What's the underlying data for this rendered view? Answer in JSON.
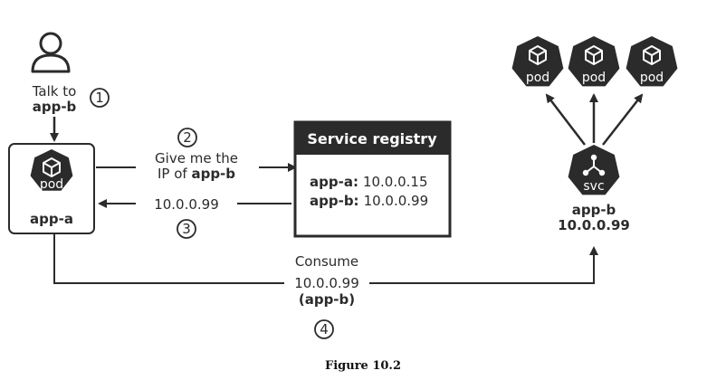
{
  "user": {
    "line1": "Talk to",
    "line2": "app-b",
    "step": "1"
  },
  "app_a": {
    "pod_label": "pod",
    "name": "app-a"
  },
  "request": {
    "line1": "Give me the",
    "line2_prefix": "IP of ",
    "line2_bold": "app-b",
    "step": "2"
  },
  "response": {
    "label": "10.0.0.99",
    "step": "3"
  },
  "registry": {
    "title": "Service registry",
    "entries": [
      {
        "name": "app-a:",
        "ip": "10.0.0.15"
      },
      {
        "name": "app-b:",
        "ip": "10.0.0.99"
      }
    ]
  },
  "pods": [
    {
      "label": "pod"
    },
    {
      "label": "pod"
    },
    {
      "label": "pod"
    }
  ],
  "service": {
    "icon_label": "svc",
    "name": "app-b",
    "ip": "10.0.0.99"
  },
  "consume": {
    "line1": "Consume",
    "line2": "10.0.0.99",
    "line3": "(app-b)",
    "step": "4"
  },
  "caption": "Figure 10.2",
  "colors": {
    "dark": "#2b2b2b",
    "white": "#ffffff"
  }
}
